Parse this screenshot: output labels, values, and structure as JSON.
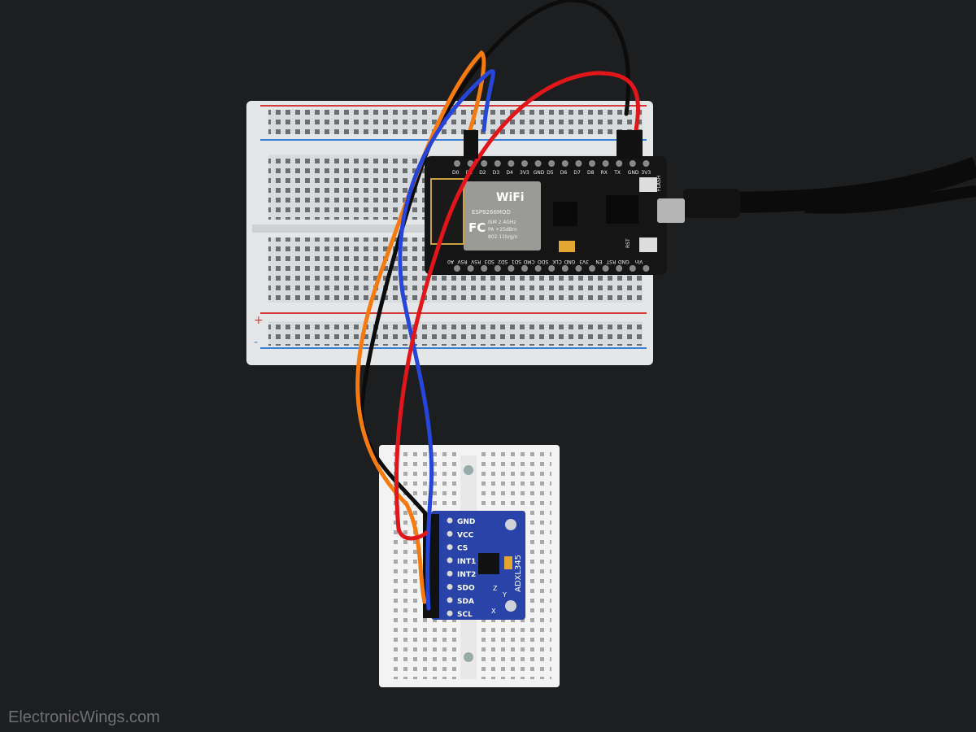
{
  "watermark": "ElectronicWings.com",
  "nodemcu": {
    "top_pins": [
      "D0",
      "D1",
      "D2",
      "D3",
      "D4",
      "3V3",
      "GND",
      "D5",
      "D6",
      "D7",
      "D8",
      "RX",
      "TX",
      "GND",
      "3V3"
    ],
    "bottom_pins": [
      "A0",
      "RSV",
      "RSV",
      "SD3",
      "SD2",
      "SD1",
      "CMD",
      "SDO",
      "CLK",
      "GND",
      "3V3",
      "EN",
      "RST",
      "GND",
      "Vin"
    ],
    "module_wifi": "WiFi",
    "module_name": "ESP8266MOD",
    "module_fc": "FC",
    "module_specs": [
      "ISM 2.4GHz",
      "PA +25dBm",
      "802.11b/g/n"
    ],
    "button_flash": "FLASH",
    "button_rst": "RST"
  },
  "sensor": {
    "name": "ADXL345",
    "pins": [
      "GND",
      "VCC",
      "CS",
      "INT1",
      "INT2",
      "SDO",
      "SDA",
      "SCL"
    ],
    "axes": [
      "Z",
      "Y",
      "X"
    ]
  },
  "breadboard": {
    "rail_plus": "+",
    "rail_minus": "-"
  },
  "colors": {
    "background": "#1d1e20",
    "wire_red": "#e0161a",
    "wire_orange": "#f57a10",
    "wire_blue": "#2546d8",
    "wire_black": "#0c0c0c",
    "sensor_board": "#2a43a8",
    "nodemcu_board": "#151515"
  }
}
